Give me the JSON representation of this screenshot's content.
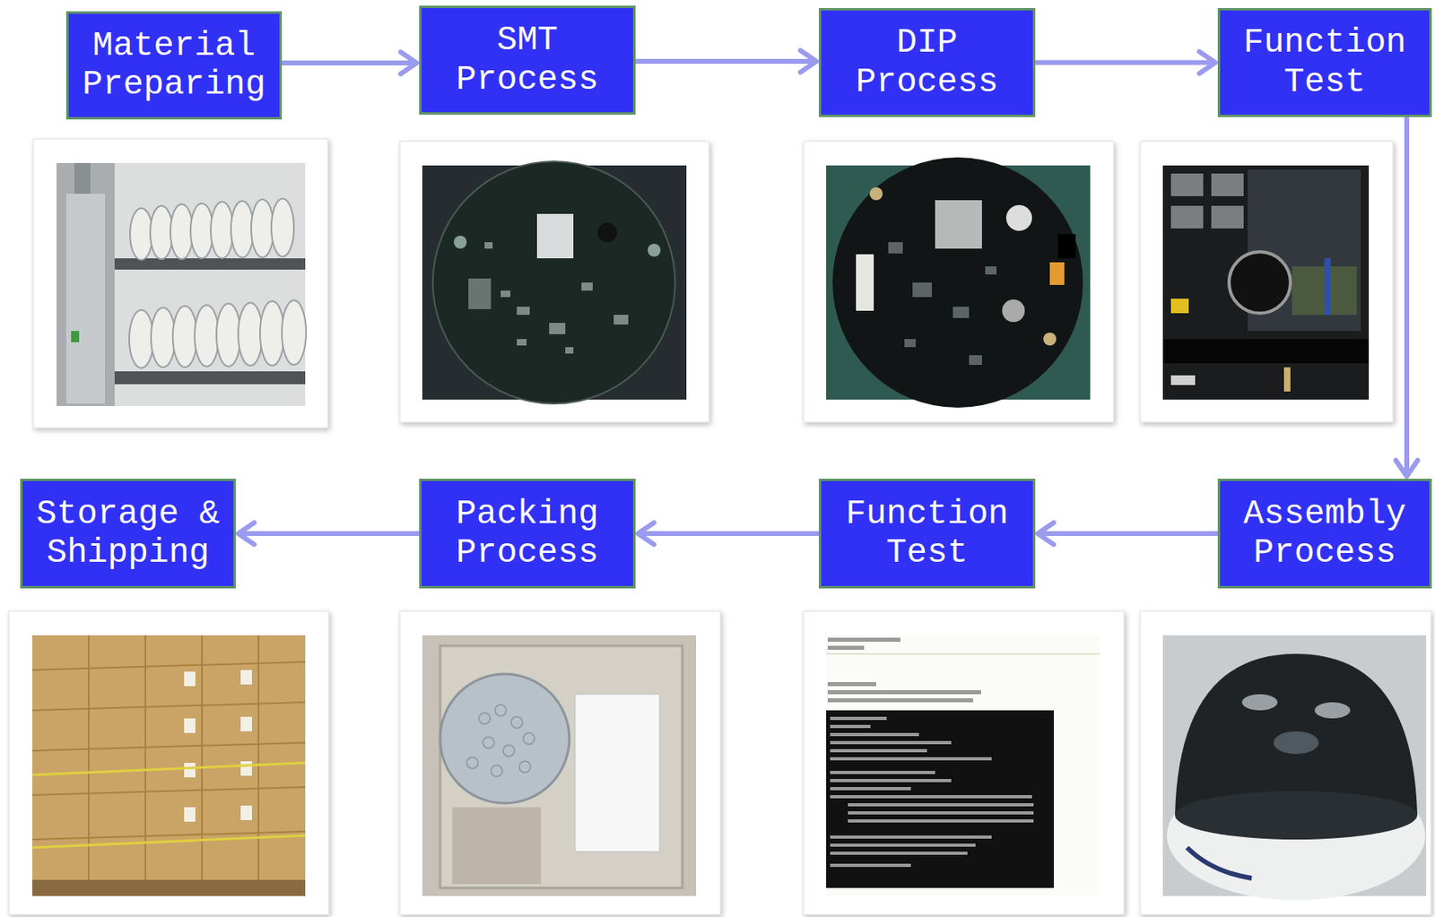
{
  "diagram": {
    "nodes": [
      {
        "text": [
          "Material Preparing"
        ]
      },
      {
        "text": [
          "SMT Process"
        ]
      },
      {
        "text": [
          "DIP Process"
        ]
      },
      {
        "text": [
          "Function Test"
        ]
      },
      {
        "text": [
          "Assembly Process"
        ]
      },
      {
        "text": [
          "Function Test"
        ]
      },
      {
        "text": [
          "Packing Process"
        ]
      },
      {
        "text": [
          "Storage & Shipping"
        ]
      }
    ],
    "edges": [
      {
        "from": 0,
        "to": 1,
        "arrow": "to"
      },
      {
        "from": 1,
        "to": 2,
        "arrow": "to"
      },
      {
        "from": 2,
        "to": 3,
        "arrow": "to"
      },
      {
        "from": 3,
        "to": 4,
        "arrow": "to"
      },
      {
        "from": 4,
        "to": 5,
        "arrow": "to"
      },
      {
        "from": 5,
        "to": 6,
        "arrow": "to"
      },
      {
        "from": 6,
        "to": 7,
        "arrow": "to"
      }
    ]
  }
}
